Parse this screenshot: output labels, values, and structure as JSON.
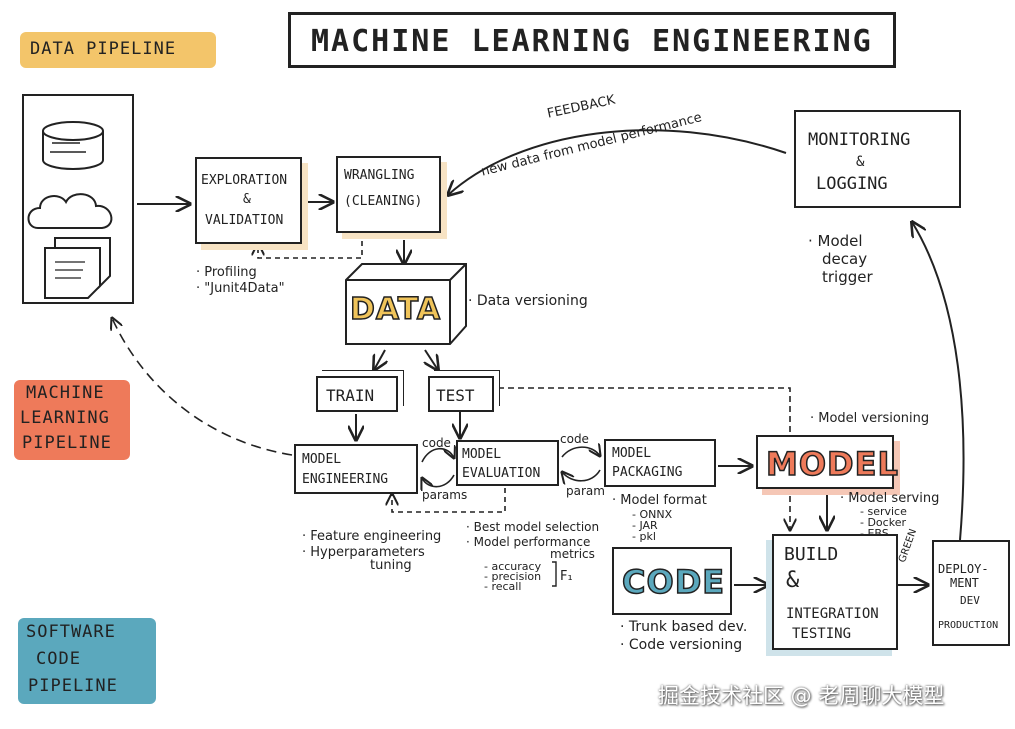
{
  "title": "MACHINE LEARNING ENGINEERING",
  "pipelines": {
    "data": "DATA PIPELINE",
    "ml": [
      "MACHINE",
      "LEARNING",
      "PIPELINE"
    ],
    "software": [
      "SOFTWARE",
      "CODE",
      "PIPELINE"
    ]
  },
  "nodes": {
    "exploration": [
      "EXPLORATION",
      "&",
      "VALIDATION"
    ],
    "wrangling": [
      "WRANGLING",
      "(CLEANING)"
    ],
    "data": "DATA",
    "train": "TRAIN",
    "test": "TEST",
    "model_engineering": [
      "MODEL",
      "ENGINEERING"
    ],
    "model_evaluation": [
      "MODEL",
      "EVALUATION"
    ],
    "model_packaging": [
      "MODEL",
      "PACKAGING"
    ],
    "model": "MODEL",
    "code": "CODE",
    "build": [
      "BUILD",
      "&",
      "INTEGRATION",
      "TESTING"
    ],
    "deployment": [
      "DEPLOY-",
      "MENT"
    ],
    "deployment_dev": "DEV",
    "deployment_prod": "PRODUCTION",
    "monitoring": [
      "MONITORING",
      "&",
      "LOGGING"
    ]
  },
  "annotations": {
    "feedback": "FEEDBACK",
    "feedback_sub": "new data from model performance",
    "profiling": [
      "· Profiling",
      "· \"Junit4Data\""
    ],
    "data_versioning": "· Data versioning",
    "model_decay": [
      "· Model",
      "decay",
      "trigger"
    ],
    "model_versioning": "· Model versioning",
    "code_label_1": "code",
    "params_label": "params",
    "code_label_2": "code",
    "param_label": "param",
    "model_format": [
      "· Model format",
      "- ONNX",
      "- JAR",
      "- pkl"
    ],
    "model_serving": [
      "· Model serving",
      "- service",
      "- Docker",
      "- EBS"
    ],
    "feature_eng": [
      "· Feature engineering",
      "· Hyperparameters",
      "tuning"
    ],
    "best_model": [
      "· Best model selection",
      "· Model performance",
      "metrics"
    ],
    "metrics": [
      "- accuracy",
      "- precision",
      "- recall"
    ],
    "f1": "F₁",
    "trunk": [
      "· Trunk based dev.",
      "· Code versioning"
    ],
    "green": "GREEN"
  },
  "watermark": "掘金技术社区 @ 老周聊大模型",
  "colors": {
    "data_pipeline": "#f3c56a",
    "ml_pipeline": "#ee7a5a",
    "software_pipeline": "#5ba8bd",
    "data_fill": "#f0c45a",
    "model_fill": "#ee7a5a",
    "code_fill": "#5ba8bd",
    "box_shadow": "#f7e3c4",
    "build_shadow": "#cfe3ea"
  }
}
